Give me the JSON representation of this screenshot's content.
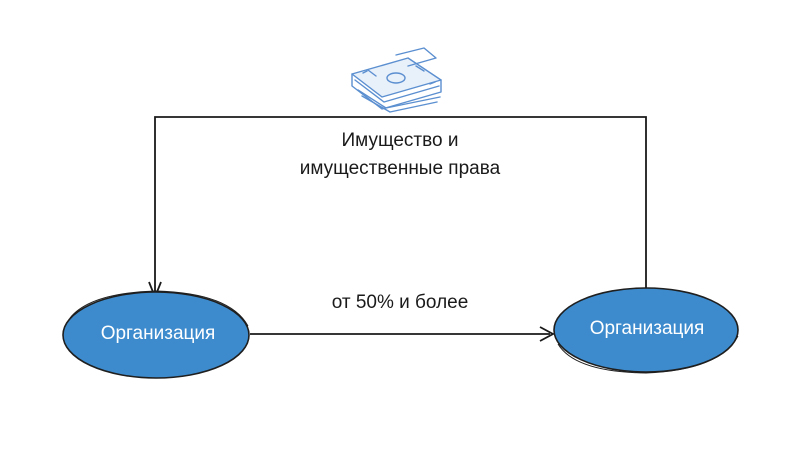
{
  "diagram": {
    "top_label_line1": "Имущество и",
    "top_label_line2": "имущественные права",
    "arrow_label": "от 50% и более",
    "node_left": "Организация",
    "node_right": "Организация",
    "icon": "money-stack-icon",
    "colors": {
      "node_fill": "#3d8bcd",
      "node_stroke": "#1f1f1f",
      "line": "#1a1a1a",
      "money_sketch": "#5b8fd0"
    }
  }
}
